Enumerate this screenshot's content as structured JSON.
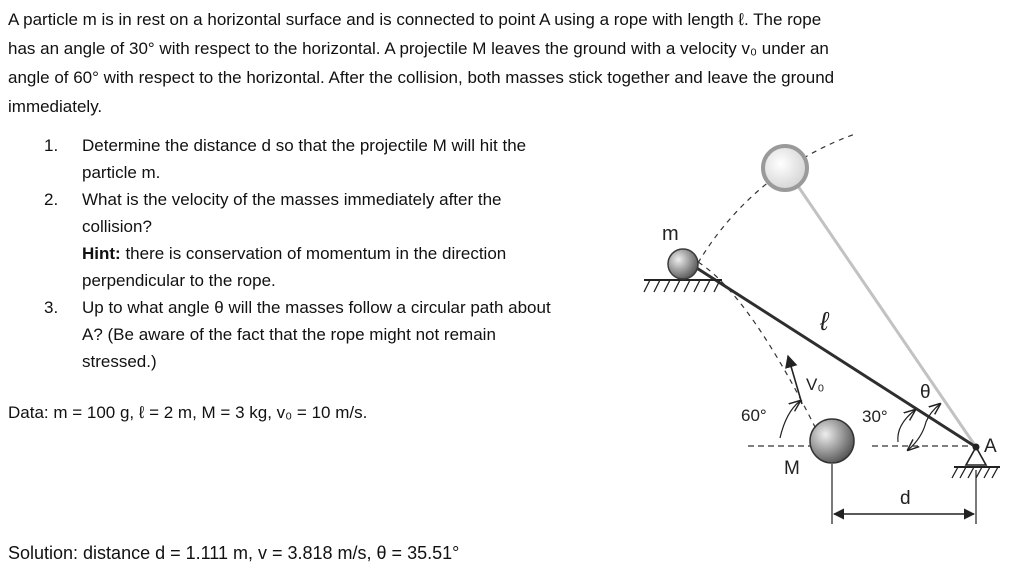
{
  "problem": {
    "intro_lines": [
      "A particle m is in rest on a horizontal surface and is connected to point A using a rope with length ℓ. The rope",
      "has an angle of 30° with respect to the horizontal. A projectile M leaves the ground with a velocity v₀ under an",
      "angle of 60° with respect to the horizontal. After the collision, both masses stick together and leave the ground",
      "immediately."
    ],
    "questions": [
      {
        "number": "1.",
        "lines": [
          "Determine the distance d so that the projectile M will hit the",
          "particle m."
        ]
      },
      {
        "number": "2.",
        "lines": [
          "What is the velocity of the masses immediately after the",
          "collision?"
        ],
        "hint_label": "Hint:",
        "hint_lines": [
          " there is conservation of momentum in the direction",
          "perpendicular to the rope."
        ]
      },
      {
        "number": "3.",
        "lines": [
          "Up to what angle θ will the masses follow a circular path about",
          "A? (Be aware of the fact that the rope might not remain",
          "stressed.)"
        ]
      }
    ],
    "data_text": "Data: m = 100 g, ℓ = 2 m,  M = 3 kg, v₀ = 10 m/s.",
    "solution_text": "Solution: distance d = 1.111 m, v = 3.818 m/s, θ = 35.51°"
  },
  "figure": {
    "label_m": "m",
    "label_M": "M",
    "label_A": "A",
    "label_l": "ℓ",
    "label_v0": "V₀",
    "label_theta": "θ",
    "label_60": "60°",
    "label_30": "30°",
    "label_d": "d"
  }
}
